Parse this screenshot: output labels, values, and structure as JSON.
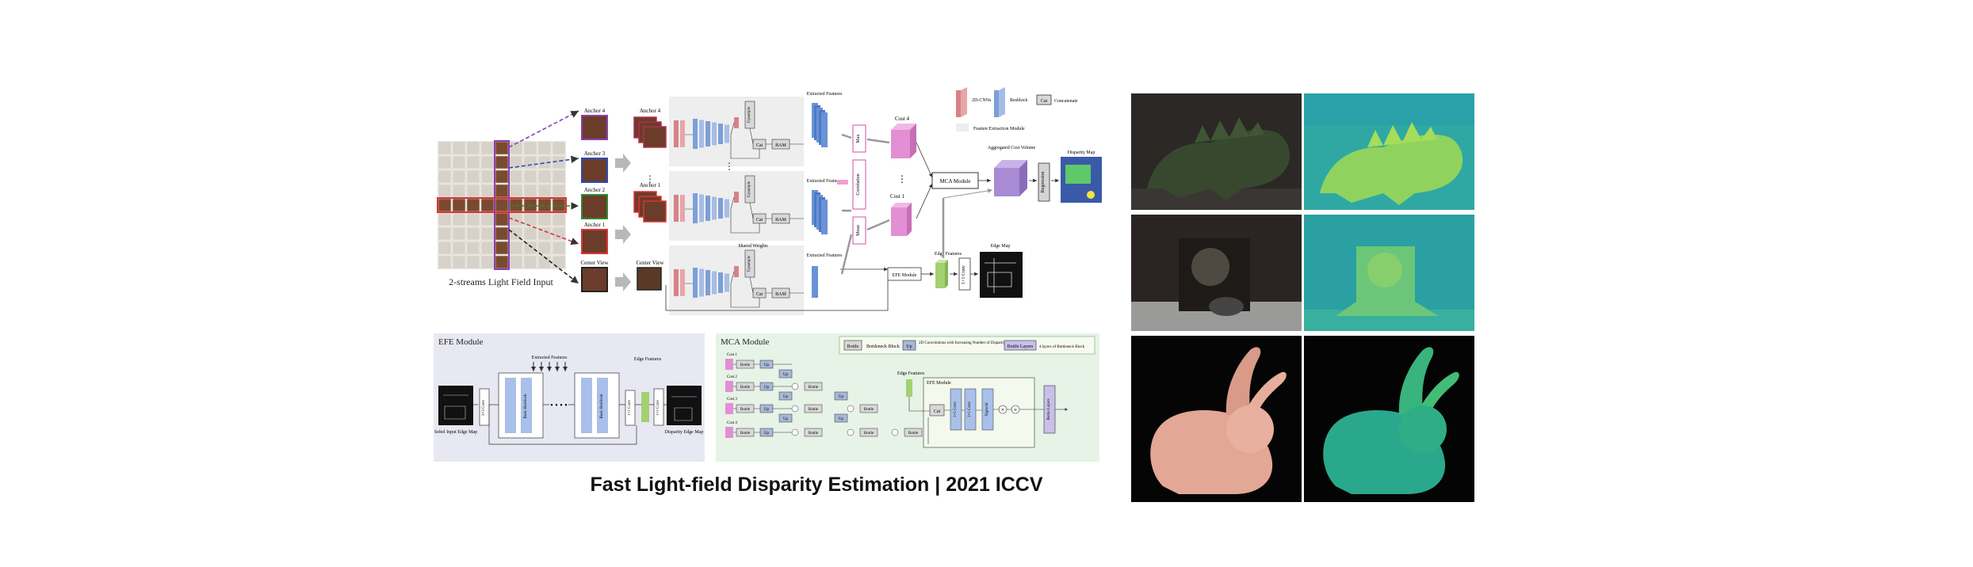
{
  "caption": "Fast Light-field Disparity Estimation | 2021 ICCV",
  "main_diagram": {
    "input_label": "2-streams Light Field Input",
    "anchor_labels": [
      "Anchor 4",
      "Anchor 3",
      "Anchor 2",
      "Anchor 1",
      "Center View"
    ],
    "stack_labels": [
      "Anchor 4",
      "Anchor 1",
      "Center View"
    ],
    "upsample": "Upsample",
    "cat": "Cat",
    "bam": "BAM",
    "extracted_features": "Extracted Features",
    "shared_weights": "Shared Weights",
    "ops": [
      "Max",
      "Correlation",
      "Mean"
    ],
    "cost_top": "Cost 4",
    "cost_bottom": "Cost 1",
    "mca_module": "MCA Module",
    "aggregated": "Aggregated Cost Volume",
    "regression": "Regression",
    "disparity_map": "Disparity Map",
    "efe_module": "EFE Module",
    "edge_features": "Edge Features",
    "conv_1x1": "1×1 Conv",
    "edge_map": "Edge Map",
    "legend": {
      "cnn": "2D-CNNs",
      "resblock": "Resblock",
      "cat_symbol": "Cat",
      "concat": "Concatenate",
      "fem": "Feature Extraction Module"
    }
  },
  "efe_panel": {
    "title": "EFE Module",
    "extracted_features": "Extracted Features",
    "edge_features": "Edge Features",
    "sobel": "Sobel Input Edge Map",
    "disparity_edge": "Disparity Edge Map",
    "conv3": "3×3 Conv",
    "conv1": "1×1 Conv",
    "resblock": "Basic Resblock"
  },
  "mca_panel": {
    "title": "MCA Module",
    "legend_bottle": "Bottle",
    "legend_bottle_text": "Bottleneck Block",
    "legend_up": "Up",
    "legend_up_text": "2D Convolutions with Increasing Number of Disparity Channels",
    "legend_layers": "Bottle Layers",
    "legend_layers_text": "4 layers of Bottleneck Block",
    "costs": [
      "Cost 1",
      "Cost 2",
      "Cost 3",
      "Cost 4"
    ],
    "bottle": "Bottle",
    "up": "Up",
    "edge_features": "Edge Features",
    "efe_module": "EFE Module",
    "cat": "Cat",
    "conv1": "1×1 Conv",
    "sigmoid": "Sigmoid",
    "bottle_layers": "Bottle Layers"
  },
  "photos": {
    "colors": {
      "dino_bg": "#2f2a28",
      "dino": "#3a4c30",
      "depth_bg": "#33b0a6",
      "depth_fg": "#9ed85a",
      "bunny": "#e2a693",
      "bunny_depth": "#2ba58a"
    }
  }
}
